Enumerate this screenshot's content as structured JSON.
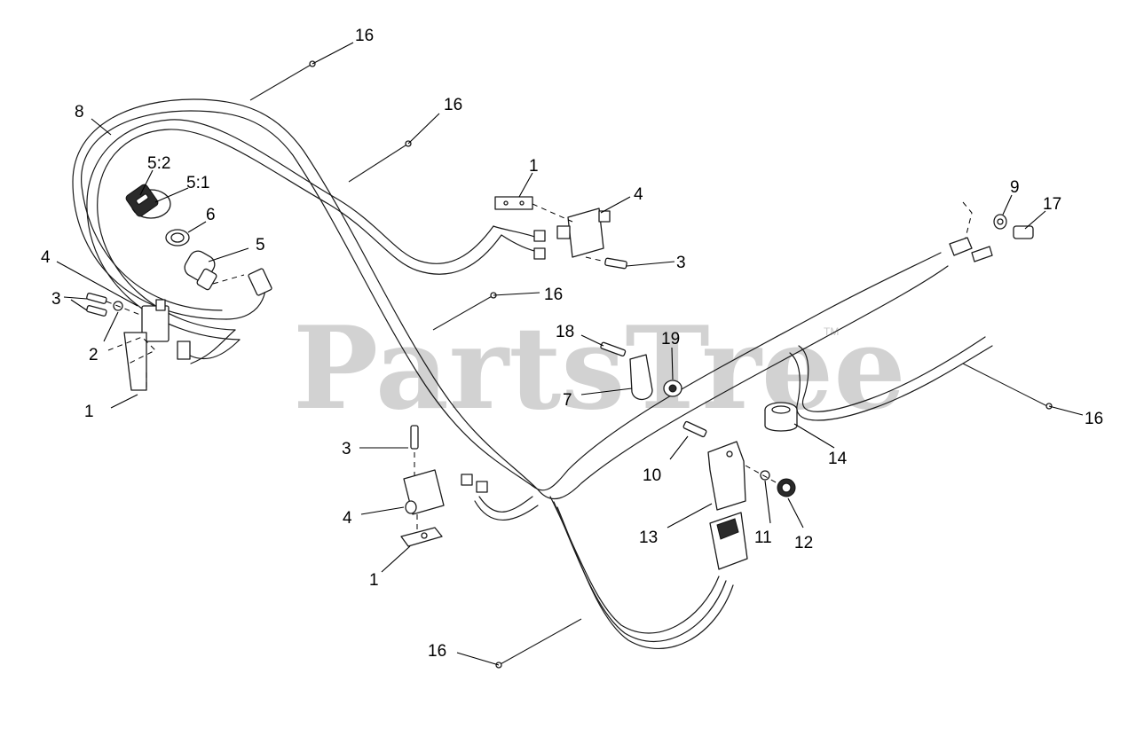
{
  "diagram": {
    "watermark": "PartsTree",
    "trademark": "TM",
    "callouts": {
      "tie_top": "16",
      "tie_upper": "16",
      "tie_mid": "16",
      "tie_right": "16",
      "tie_bottom": "16",
      "harness": "8",
      "key_5_2": "5:2",
      "key_5_1": "5:1",
      "nut_6": "6",
      "switch_5": "5",
      "switch_4_left": "4",
      "screws_3_left": "3",
      "washer_2": "2",
      "bracket_1_left": "1",
      "bracket_1_top": "1",
      "switch_4_top": "4",
      "screw_3_top": "3",
      "washer_9": "9",
      "bolt_17": "17",
      "screw_18": "18",
      "nut_19": "19",
      "clamp_7": "7",
      "grommet_14": "14",
      "screw_3_bottom": "3",
      "switch_4_bottom": "4",
      "bracket_1_bottom": "1",
      "screw_10": "10",
      "relay_13": "13",
      "washer_11": "11",
      "nut_12": "12"
    }
  }
}
